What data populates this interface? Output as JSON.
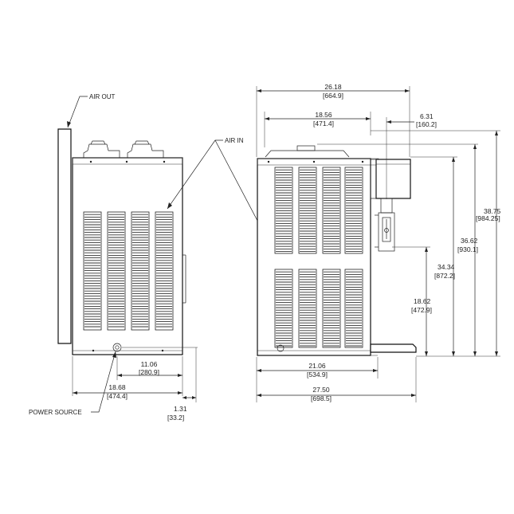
{
  "labels": {
    "air_out": "AIR OUT",
    "air_in": "AIR IN",
    "power_source": "POWER SOURCE"
  },
  "dimensions": {
    "overall_width": {
      "in": "26.18",
      "mm": "[664.9]"
    },
    "top_width": {
      "in": "18.56",
      "mm": "[471.4]"
    },
    "nozzle_offset": {
      "in": "6.31",
      "mm": "[160.2]"
    },
    "overall_height": {
      "in": "38.75",
      "mm": "[984.25]"
    },
    "cabinet_height": {
      "in": "36.62",
      "mm": "[930.1]"
    },
    "dispense_height": {
      "in": "34.34",
      "mm": "[872.2]"
    },
    "drip_height": {
      "in": "18.62",
      "mm": "[472.9]"
    },
    "side_power_offset": {
      "in": "11.06",
      "mm": "[280.9]"
    },
    "side_depth": {
      "in": "18.68",
      "mm": "[474.4]"
    },
    "side_base_offset": {
      "in": "1.31",
      "mm": "[33.2]"
    },
    "front_base_width": {
      "in": "21.06",
      "mm": "[534.9]"
    },
    "front_total_width": {
      "in": "27.50",
      "mm": "[698.5]"
    }
  }
}
